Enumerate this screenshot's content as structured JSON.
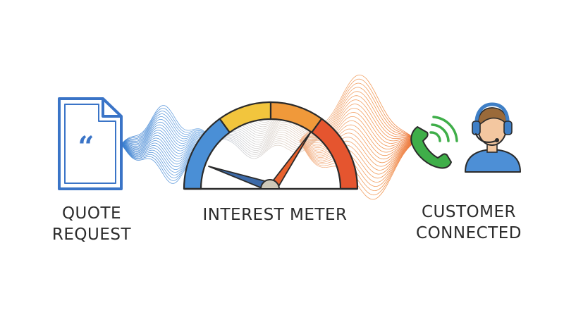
{
  "labels": {
    "quote": [
      "QUOTE",
      "REQUEST"
    ],
    "meter": "INTEREST METER",
    "customer": [
      "CUSTOMER",
      "CONNECTED"
    ]
  },
  "icons": {
    "document": "document-icon",
    "quote_mark": "quote-mark-icon",
    "gauge": "gauge-icon",
    "phone": "phone-icon",
    "signal": "signal-waves-icon",
    "agent": "headset-agent-icon"
  },
  "colors": {
    "doc_blue": "#3a74c7",
    "gauge_blue": "#4a8fd6",
    "gauge_yellow": "#f2c53d",
    "gauge_orange": "#f0993a",
    "gauge_red": "#e5552f",
    "needle_blue": "#3d6aa8",
    "needle_orange": "#e8622e",
    "phone_green": "#3fae49",
    "agent_shirt": "#4d8fd6",
    "agent_headset": "#3f7fc6",
    "agent_skin": "#f3c7a0",
    "agent_hair": "#9a6a3a"
  }
}
